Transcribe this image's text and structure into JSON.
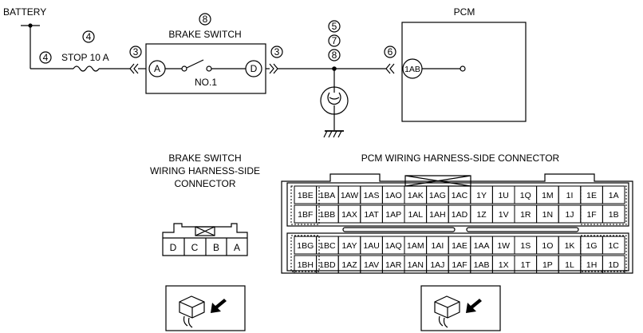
{
  "top": {
    "battery_label": "BATTERY",
    "fuse_label": "STOP 10 A",
    "brake_switch_title": "BRAKE SWITCH",
    "switch_label": "NO.1",
    "pcm_label": "PCM",
    "terminal_a": "A",
    "terminal_d": "D",
    "terminal_1ab": "1AB",
    "ref_fuse_top": "4",
    "ref_fuse_left": "4",
    "ref_brake_switch": "8",
    "ref_left_conn": "3",
    "ref_right_conn": "3",
    "ref_junction": [
      "5",
      "7",
      "8"
    ],
    "ref_pcm_conn": "6"
  },
  "brake_connector": {
    "title_lines": [
      "BRAKE SWITCH",
      "WIRING HARNESS-SIDE",
      "CONNECTOR"
    ],
    "pins": [
      "D",
      "C",
      "B",
      "A"
    ]
  },
  "pcm_connector": {
    "title": "PCM WIRING HARNESS-SIDE CONNECTOR",
    "rows": [
      [
        "1BE",
        "1BA",
        "1AW",
        "1AS",
        "1AO",
        "1AK",
        "1AG",
        "1AC",
        "1Y",
        "1U",
        "1Q",
        "1M",
        "1I",
        "1E",
        "1A"
      ],
      [
        "1BF",
        "1BB",
        "1AX",
        "1AT",
        "1AP",
        "1AL",
        "1AH",
        "1AD",
        "1Z",
        "1V",
        "1R",
        "1N",
        "1J",
        "1F",
        "1B"
      ],
      [
        "1BG",
        "1BC",
        "1AY",
        "1AU",
        "1AQ",
        "1AM",
        "1AI",
        "1AE",
        "1AA",
        "1W",
        "1S",
        "1O",
        "1K",
        "1G",
        "1C"
      ],
      [
        "1BH",
        "1BD",
        "1AZ",
        "1AV",
        "1AR",
        "1AN",
        "1AJ",
        "1AF",
        "1AB",
        "1X",
        "1T",
        "1P",
        "1L",
        "1H",
        "1D"
      ]
    ]
  }
}
